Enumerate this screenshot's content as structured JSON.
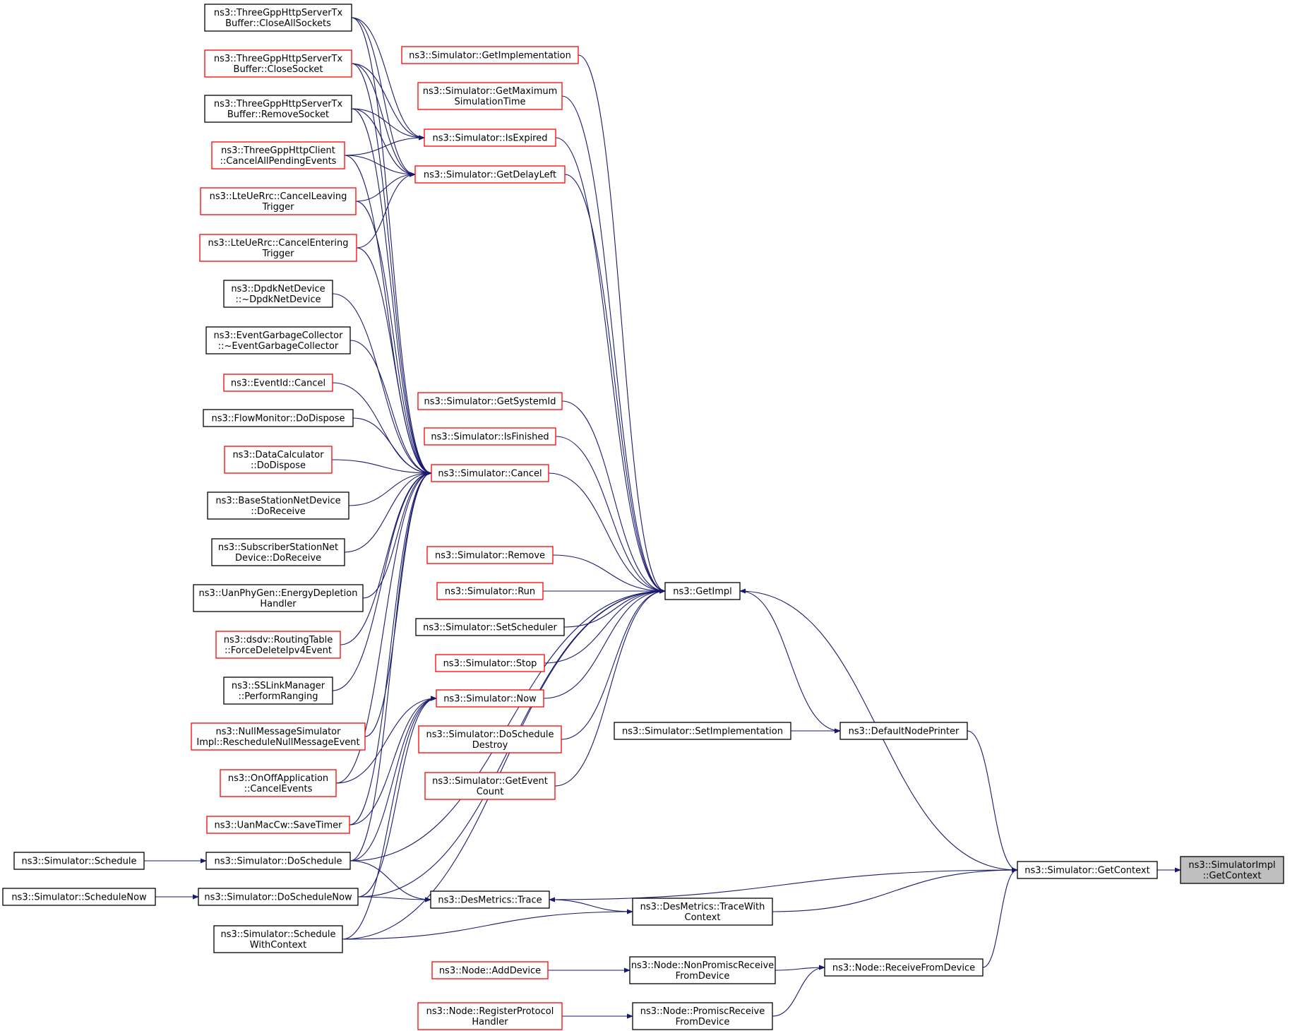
{
  "colors": {
    "edge": "#191970",
    "border_default": "#000000",
    "border_highlight": "#ff0000",
    "focus_fill": "#bfbfbf"
  },
  "nodes": [
    {
      "id": "n_closeallsockets",
      "lines": [
        "ns3::ThreeGppHttpServerTx",
        "Buffer::CloseAllSockets"
      ],
      "style": "black"
    },
    {
      "id": "n_closesocket",
      "lines": [
        "ns3::ThreeGppHttpServerTx",
        "Buffer::CloseSocket"
      ],
      "style": "red"
    },
    {
      "id": "n_removesocket",
      "lines": [
        "ns3::ThreeGppHttpServerTx",
        "Buffer::RemoveSocket"
      ],
      "style": "black"
    },
    {
      "id": "n_cancelallpending",
      "lines": [
        "ns3::ThreeGppHttpClient",
        "::CancelAllPendingEvents"
      ],
      "style": "red"
    },
    {
      "id": "n_cancelleaving",
      "lines": [
        "ns3::LteUeRrc::CancelLeaving",
        "Trigger"
      ],
      "style": "red"
    },
    {
      "id": "n_cancelentering",
      "lines": [
        "ns3::LteUeRrc::CancelEntering",
        "Trigger"
      ],
      "style": "red"
    },
    {
      "id": "n_dpdk",
      "lines": [
        "ns3::DpdkNetDevice",
        "::~DpdkNetDevice"
      ],
      "style": "black"
    },
    {
      "id": "n_egc",
      "lines": [
        "ns3::EventGarbageCollector",
        "::~EventGarbageCollector"
      ],
      "style": "black"
    },
    {
      "id": "n_eventidcancel",
      "lines": [
        "ns3::EventId::Cancel"
      ],
      "style": "red"
    },
    {
      "id": "n_flowmonitor",
      "lines": [
        "ns3::FlowMonitor::DoDispose"
      ],
      "style": "black"
    },
    {
      "id": "n_datacalc",
      "lines": [
        "ns3::DataCalculator",
        "::DoDispose"
      ],
      "style": "red"
    },
    {
      "id": "n_bsnetdevice",
      "lines": [
        "ns3::BaseStationNetDevice",
        "::DoReceive"
      ],
      "style": "black"
    },
    {
      "id": "n_ssnetdevice",
      "lines": [
        "ns3::SubscriberStationNet",
        "Device::DoReceive"
      ],
      "style": "black"
    },
    {
      "id": "n_uanphygen",
      "lines": [
        "ns3::UanPhyGen::EnergyDepletion",
        "Handler"
      ],
      "style": "black"
    },
    {
      "id": "n_dsdv",
      "lines": [
        "ns3::dsdv::RoutingTable",
        "::ForceDeleteIpv4Event"
      ],
      "style": "red"
    },
    {
      "id": "n_sslink",
      "lines": [
        "ns3::SSLinkManager",
        "::PerformRanging"
      ],
      "style": "black"
    },
    {
      "id": "n_nullmsg",
      "lines": [
        "ns3::NullMessageSimulator",
        "Impl::RescheduleNullMessageEvent"
      ],
      "style": "red"
    },
    {
      "id": "n_onoff",
      "lines": [
        "ns3::OnOffApplication",
        "::CancelEvents"
      ],
      "style": "red"
    },
    {
      "id": "n_uanmaccw",
      "lines": [
        "ns3::UanMacCw::SaveTimer"
      ],
      "style": "red"
    },
    {
      "id": "n_doschedule",
      "lines": [
        "ns3::Simulator::DoSchedule"
      ],
      "style": "black"
    },
    {
      "id": "n_doschedulenow",
      "lines": [
        "ns3::Simulator::DoScheduleNow"
      ],
      "style": "black"
    },
    {
      "id": "n_schedulewithcontext",
      "lines": [
        "ns3::Simulator::Schedule",
        "WithContext"
      ],
      "style": "black"
    },
    {
      "id": "n_schedule",
      "lines": [
        "ns3::Simulator::Schedule"
      ],
      "style": "black"
    },
    {
      "id": "n_schedulenow",
      "lines": [
        "ns3::Simulator::ScheduleNow"
      ],
      "style": "black"
    },
    {
      "id": "n_getimplementation",
      "lines": [
        "ns3::Simulator::GetImplementation"
      ],
      "style": "red"
    },
    {
      "id": "n_getmaxsimtime",
      "lines": [
        "ns3::Simulator::GetMaximum",
        "SimulationTime"
      ],
      "style": "red"
    },
    {
      "id": "n_isexpired",
      "lines": [
        "ns3::Simulator::IsExpired"
      ],
      "style": "red"
    },
    {
      "id": "n_getdelayleft",
      "lines": [
        "ns3::Simulator::GetDelayLeft"
      ],
      "style": "red"
    },
    {
      "id": "n_getsystemid",
      "lines": [
        "ns3::Simulator::GetSystemId"
      ],
      "style": "red"
    },
    {
      "id": "n_isfinished",
      "lines": [
        "ns3::Simulator::IsFinished"
      ],
      "style": "red"
    },
    {
      "id": "n_cancel",
      "lines": [
        "ns3::Simulator::Cancel"
      ],
      "style": "red"
    },
    {
      "id": "n_remove",
      "lines": [
        "ns3::Simulator::Remove"
      ],
      "style": "red"
    },
    {
      "id": "n_run",
      "lines": [
        "ns3::Simulator::Run"
      ],
      "style": "red"
    },
    {
      "id": "n_setscheduler",
      "lines": [
        "ns3::Simulator::SetScheduler"
      ],
      "style": "black"
    },
    {
      "id": "n_stop",
      "lines": [
        "ns3::Simulator::Stop"
      ],
      "style": "red"
    },
    {
      "id": "n_now",
      "lines": [
        "ns3::Simulator::Now"
      ],
      "style": "red"
    },
    {
      "id": "n_doscheduledestroy",
      "lines": [
        "ns3::Simulator::DoSchedule",
        "Destroy"
      ],
      "style": "red"
    },
    {
      "id": "n_geteventcount",
      "lines": [
        "ns3::Simulator::GetEvent",
        "Count"
      ],
      "style": "red"
    },
    {
      "id": "n_desmetricstrace",
      "lines": [
        "ns3::DesMetrics::Trace"
      ],
      "style": "black"
    },
    {
      "id": "n_addDevice",
      "lines": [
        "ns3::Node::AddDevice"
      ],
      "style": "red"
    },
    {
      "id": "n_registerprotocol",
      "lines": [
        "ns3::Node::RegisterProtocol",
        "Handler"
      ],
      "style": "red"
    },
    {
      "id": "n_getimpl",
      "lines": [
        "ns3::GetImpl"
      ],
      "style": "black"
    },
    {
      "id": "n_setimplementation",
      "lines": [
        "ns3::Simulator::SetImplementation"
      ],
      "style": "black"
    },
    {
      "id": "n_tracewithcontext",
      "lines": [
        "ns3::DesMetrics::TraceWith",
        "Context"
      ],
      "style": "black"
    },
    {
      "id": "n_nonpromisc",
      "lines": [
        "ns3::Node::NonPromiscReceive",
        "FromDevice"
      ],
      "style": "black"
    },
    {
      "id": "n_promisc",
      "lines": [
        "ns3::Node::PromiscReceive",
        "FromDevice"
      ],
      "style": "black"
    },
    {
      "id": "n_defaultnodeprinter",
      "lines": [
        "ns3::DefaultNodePrinter"
      ],
      "style": "black"
    },
    {
      "id": "n_receivefromdevice",
      "lines": [
        "ns3::Node::ReceiveFromDevice"
      ],
      "style": "black"
    },
    {
      "id": "n_getcontext",
      "lines": [
        "ns3::Simulator::GetContext"
      ],
      "style": "black"
    },
    {
      "id": "n_simimplgetcontext",
      "lines": [
        "ns3::SimulatorImpl",
        "::GetContext"
      ],
      "style": "focus"
    }
  ],
  "edges": [
    [
      "n_closeallsockets",
      "n_isexpired"
    ],
    [
      "n_closeallsockets",
      "n_getdelayleft"
    ],
    [
      "n_closeallsockets",
      "n_cancel"
    ],
    [
      "n_closesocket",
      "n_isexpired"
    ],
    [
      "n_closesocket",
      "n_getdelayleft"
    ],
    [
      "n_closesocket",
      "n_cancel"
    ],
    [
      "n_removesocket",
      "n_isexpired"
    ],
    [
      "n_removesocket",
      "n_getdelayleft"
    ],
    [
      "n_removesocket",
      "n_cancel"
    ],
    [
      "n_cancelallpending",
      "n_isexpired"
    ],
    [
      "n_cancelallpending",
      "n_getdelayleft"
    ],
    [
      "n_cancelallpending",
      "n_cancel"
    ],
    [
      "n_cancelleaving",
      "n_getdelayleft"
    ],
    [
      "n_cancelleaving",
      "n_cancel"
    ],
    [
      "n_cancelentering",
      "n_getdelayleft"
    ],
    [
      "n_cancelentering",
      "n_cancel"
    ],
    [
      "n_dpdk",
      "n_cancel"
    ],
    [
      "n_egc",
      "n_cancel"
    ],
    [
      "n_eventidcancel",
      "n_cancel"
    ],
    [
      "n_flowmonitor",
      "n_cancel"
    ],
    [
      "n_datacalc",
      "n_cancel"
    ],
    [
      "n_bsnetdevice",
      "n_cancel"
    ],
    [
      "n_ssnetdevice",
      "n_cancel"
    ],
    [
      "n_uanphygen",
      "n_cancel"
    ],
    [
      "n_dsdv",
      "n_cancel"
    ],
    [
      "n_sslink",
      "n_cancel"
    ],
    [
      "n_nullmsg",
      "n_cancel"
    ],
    [
      "n_onoff",
      "n_cancel"
    ],
    [
      "n_onoff",
      "n_now"
    ],
    [
      "n_uanmaccw",
      "n_cancel"
    ],
    [
      "n_uanmaccw",
      "n_now"
    ],
    [
      "n_doschedule",
      "n_cancel"
    ],
    [
      "n_doschedule",
      "n_now"
    ],
    [
      "n_doschedule",
      "n_getimpl"
    ],
    [
      "n_doschedule",
      "n_desmetricstrace"
    ],
    [
      "n_doschedulenow",
      "n_getimpl"
    ],
    [
      "n_doschedulenow",
      "n_desmetricstrace"
    ],
    [
      "n_doschedulenow",
      "n_now"
    ],
    [
      "n_schedulewithcontext",
      "n_getimpl"
    ],
    [
      "n_schedulewithcontext",
      "n_now"
    ],
    [
      "n_schedule",
      "n_doschedule"
    ],
    [
      "n_schedulenow",
      "n_doschedulenow"
    ],
    [
      "n_getimplementation",
      "n_getimpl"
    ],
    [
      "n_getmaxsimtime",
      "n_getimpl"
    ],
    [
      "n_isexpired",
      "n_getimpl"
    ],
    [
      "n_getdelayleft",
      "n_getimpl"
    ],
    [
      "n_getsystemid",
      "n_getimpl"
    ],
    [
      "n_isfinished",
      "n_getimpl"
    ],
    [
      "n_cancel",
      "n_getimpl"
    ],
    [
      "n_remove",
      "n_getimpl"
    ],
    [
      "n_run",
      "n_getimpl"
    ],
    [
      "n_setscheduler",
      "n_getimpl"
    ],
    [
      "n_stop",
      "n_getimpl"
    ],
    [
      "n_now",
      "n_getimpl"
    ],
    [
      "n_doscheduledestroy",
      "n_getimpl"
    ],
    [
      "n_geteventcount",
      "n_getimpl"
    ],
    [
      "n_getimpl",
      "n_defaultnodeprinter"
    ],
    [
      "n_getcontext",
      "n_getimpl"
    ],
    [
      "n_setimplementation",
      "n_defaultnodeprinter"
    ],
    [
      "n_defaultnodeprinter",
      "n_getcontext"
    ],
    [
      "n_desmetricstrace",
      "n_getcontext"
    ],
    [
      "n_tracewithcontext",
      "n_desmetricstrace"
    ],
    [
      "n_tracewithcontext",
      "n_getcontext"
    ],
    [
      "n_schedulewithcontext",
      "n_tracewithcontext"
    ],
    [
      "n_addDevice",
      "n_nonpromisc"
    ],
    [
      "n_registerprotocol",
      "n_promisc"
    ],
    [
      "n_nonpromisc",
      "n_receivefromdevice"
    ],
    [
      "n_promisc",
      "n_receivefromdevice"
    ],
    [
      "n_receivefromdevice",
      "n_getcontext"
    ],
    [
      "n_getcontext",
      "n_simimplgetcontext"
    ]
  ]
}
